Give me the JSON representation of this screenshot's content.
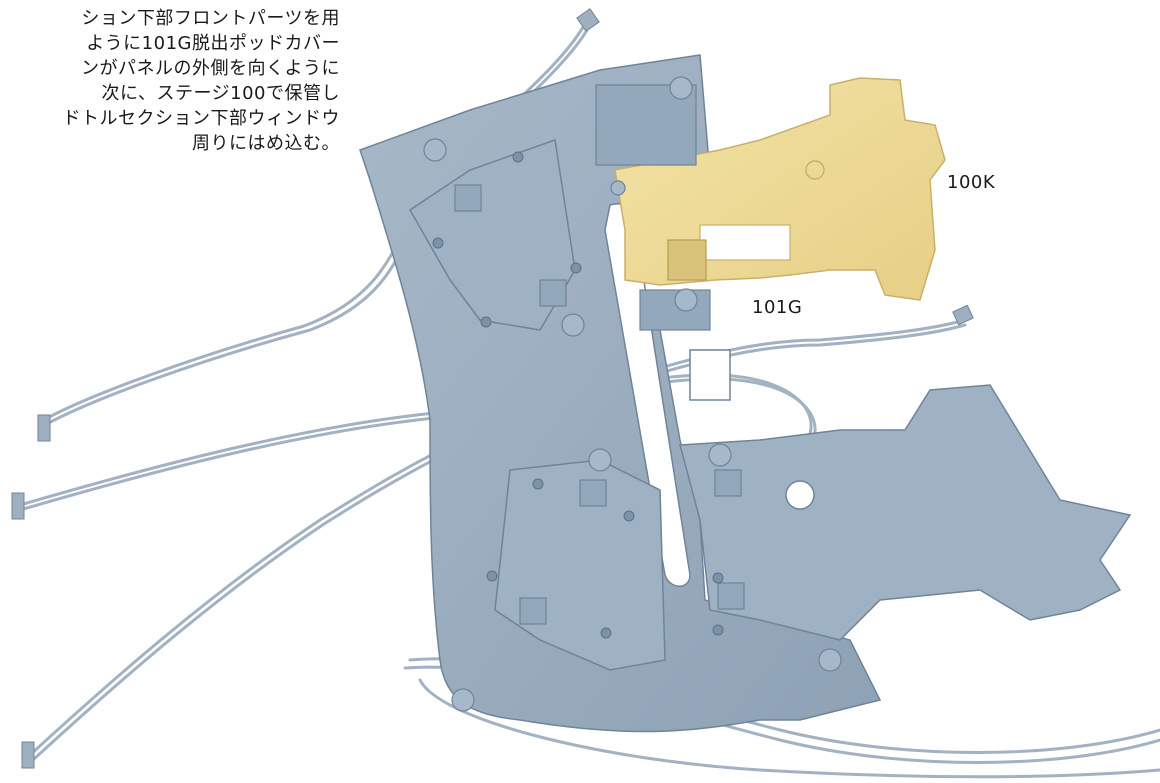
{
  "instructions": {
    "lines": [
      "ション下部フロントパーツを用",
      "ように101G脱出ポッドカバー",
      "ンがパネルの外側を向くように",
      "次に、ステージ100で保管し",
      "ドトルセクション下部ウィンドウ",
      "周りにはめ込む。"
    ]
  },
  "callouts": {
    "part_100k": "100K",
    "part_101g": "101G"
  },
  "colors": {
    "panel": "#8fa4b8",
    "panel_dark": "#6f8499",
    "panel_light": "#a9bccd",
    "highlight_part": "#ecd894",
    "wire": "#9aaabb"
  }
}
